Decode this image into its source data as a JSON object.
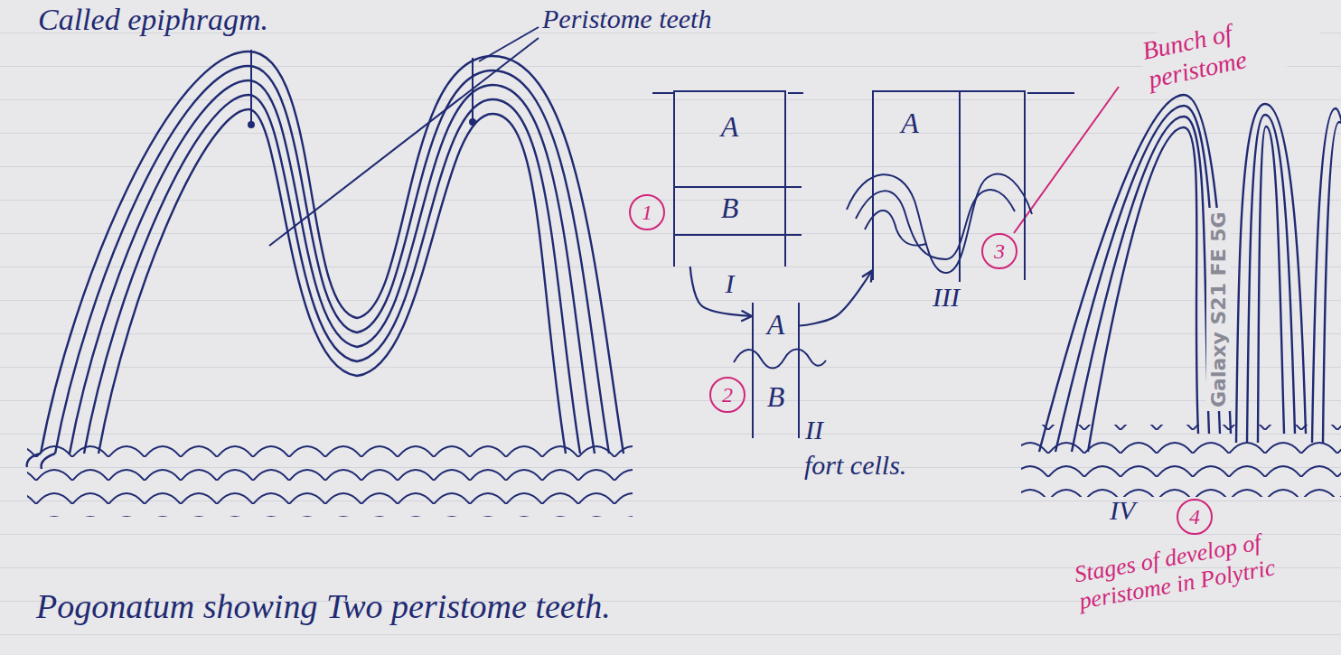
{
  "diagram": {
    "caption": "Pogonatum showing Two peristome teeth.",
    "nodes": [
      {
        "text": [
          "A",
          "B",
          "I"
        ]
      },
      {
        "text": [
          "1"
        ]
      },
      {
        "text": [
          "A",
          "B",
          "II"
        ]
      },
      {
        "text": [
          "2"
        ]
      },
      {
        "text": [
          "A",
          "III"
        ]
      },
      {
        "text": [
          "3"
        ]
      },
      {
        "text": [
          "4"
        ]
      }
    ],
    "edges": [
      {
        "from": 0,
        "to": 2,
        "arrow": "to"
      },
      {
        "from": 2,
        "to": 4,
        "arrow": "to"
      }
    ],
    "labels": [
      "Called epiphragm.",
      "Peristome teeth",
      "fort cells.",
      "Bunch of peristome",
      "IV",
      "Stages of develop of peristome in Polytric",
      "Galaxy S21 FE 5G"
    ]
  }
}
